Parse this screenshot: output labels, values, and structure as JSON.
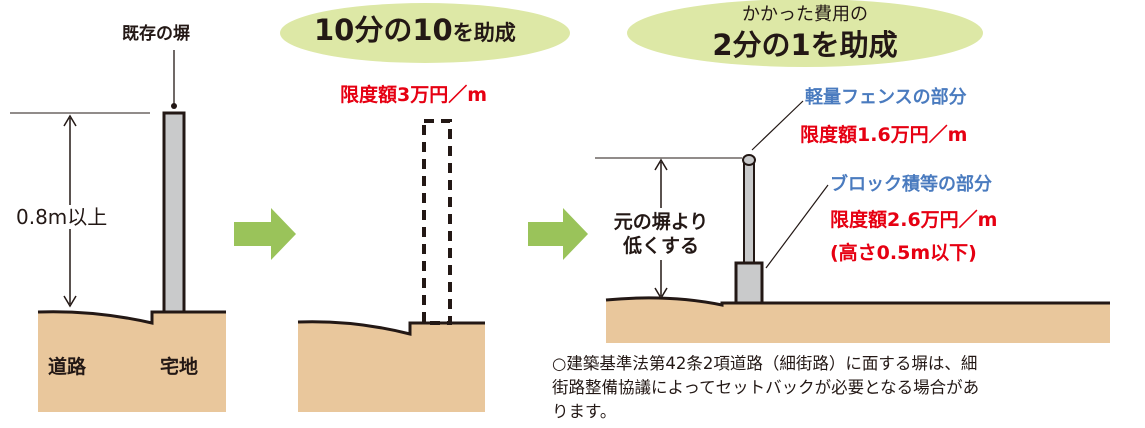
{
  "panel1": {
    "wall_label": "既存の塀",
    "height_label": "0.8m以上",
    "road_label": "道路",
    "lot_label": "宅地"
  },
  "panel2": {
    "bubble_num1": "10",
    "bubble_mid": "分の",
    "bubble_num2": "10",
    "bubble_suffix": "を助成",
    "limit": "限度額3万円／m"
  },
  "panel3": {
    "bubble_line1": "かかった費用の",
    "bubble_line2": "2分の1を助成",
    "fence_label": "軽量フェンスの部分",
    "fence_limit": "限度額1.6万円／m",
    "block_label": "ブロック積等の部分",
    "block_limit": "限度額2.6万円／m",
    "block_note": "(高さ0.5m以下)",
    "lower_line1": "元の塀より",
    "lower_line2": "低くする",
    "note_line1": "○建築基準法第42条2項道路（細街路）に面する塀は、細",
    "note_line2": "街路整備協議によってセットバックが必要となる場合があ",
    "note_line3": "ります。"
  },
  "colors": {
    "ground": "#e9c79c",
    "bubble": "#dde8a6",
    "arrow": "#9ac35a",
    "wall": "#c9cacb",
    "red": "#e60012",
    "blue": "#4a7bbf"
  },
  "icons": [
    "right-arrow-icon",
    "double-arrow-icon",
    "callout-dot-icon"
  ]
}
